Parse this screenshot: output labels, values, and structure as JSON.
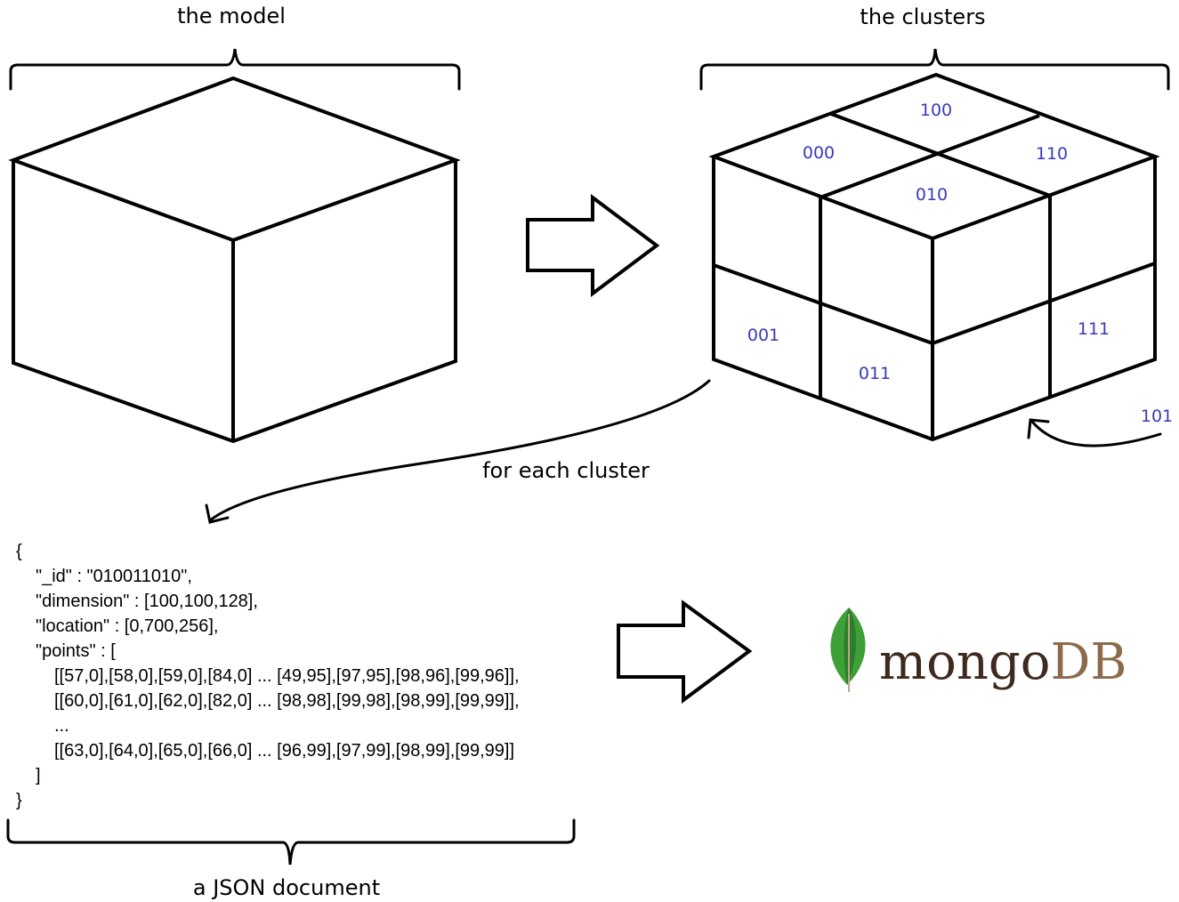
{
  "labels": {
    "model": "the model",
    "clusters": "the clusters",
    "for_each": "for each cluster",
    "json_doc": "a JSON document"
  },
  "cluster_ids": {
    "c100": "100",
    "c000": "000",
    "c110": "110",
    "c010": "010",
    "c001": "001",
    "c011": "011",
    "c111": "111",
    "c101": "101"
  },
  "json_lines": [
    "{",
    "\"_id\" : \"010011010\",",
    "\"dimension\" : [100,100,128],",
    "\"location\" : [0,700,256],",
    "\"points\" : [",
    "[[57,0],[58,0],[59,0],[84,0] ... [49,95],[97,95],[98,96],[99,96]],",
    "[[60,0],[61,0],[62,0],[82,0] ... [98,98],[99,98],[98,99],[99,99]],",
    "...",
    "[[63,0],[64,0],[65,0],[66,0] ... [96,99],[97,99],[98,99],[99,99]]",
    "]",
    "}"
  ],
  "brand": {
    "part1": "mongo",
    "part2": "DB"
  },
  "colors": {
    "cell_label": "#3a3ab8",
    "brand_dark": "#3f2a1f",
    "brand_light": "#8b6b4a",
    "leaf_green": "#3fa037"
  }
}
